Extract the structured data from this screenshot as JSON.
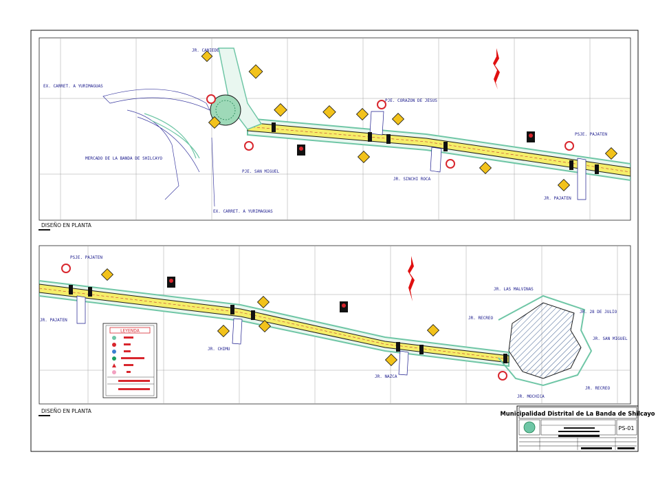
{
  "sheet": {
    "views": [
      {
        "caption": "DISEÑO EN PLANTA",
        "labels": {
          "caniede": "JR. CANIEDE",
          "carret_top": "EX. CARRET. A YURIMAGUAS",
          "corazon": "PJE. CORAZON DE JESUS",
          "mercado": "MERCADO DE LA BANDA DE SHILCAYO",
          "san_miguel": "PJE. SAN MIGUEL",
          "sinchi": "JR. SINCHI ROCA",
          "psje_pajaten": "PSJE. PAJATEN",
          "jr_pajaten": "JR. PAJATEN",
          "carret_bottom": "EX. CARRET. A YURIMAGUAS"
        }
      },
      {
        "caption": "DISEÑO EN PLANTA",
        "labels": {
          "psje_pajaten": "PSJE. PAJATEN",
          "jr_pajaten": "JR. PAJATEN",
          "chimu": "JR. CHIMU",
          "nazca": "JR. NAZCA",
          "malvinas": "JR. LAS MALVINAS",
          "recreo_left": "JR. RECREO",
          "jul28": "JR. 28 DE JULIO",
          "san_miguel": "JR. SAN MIGUEL",
          "recreo_right": "JR. RECREO",
          "mochica": "JR. MOCHICA"
        }
      }
    ],
    "legend": {
      "title": "LEYENDA"
    },
    "title_block": {
      "entity": "Municipalidad Distrital de La Banda de Shilcayo",
      "sheet_code": "PS-01"
    },
    "colors": {
      "road_fill": "#f5ee6a",
      "road_edge": "#1a1a1a",
      "sidewalk": "#6fc6a6",
      "grid": "#a0a0a0",
      "label_text": "#1a1a8c",
      "warning_sign": "#f2c21b",
      "stop_sign": "#d8262d",
      "north_arrow": "#e01010"
    },
    "icons": {
      "warning": "diamond-warning-sign-icon",
      "regulatory": "round-regulatory-sign-icon",
      "traffic_light": "traffic-light-icon",
      "north": "north-arrow-icon"
    }
  }
}
